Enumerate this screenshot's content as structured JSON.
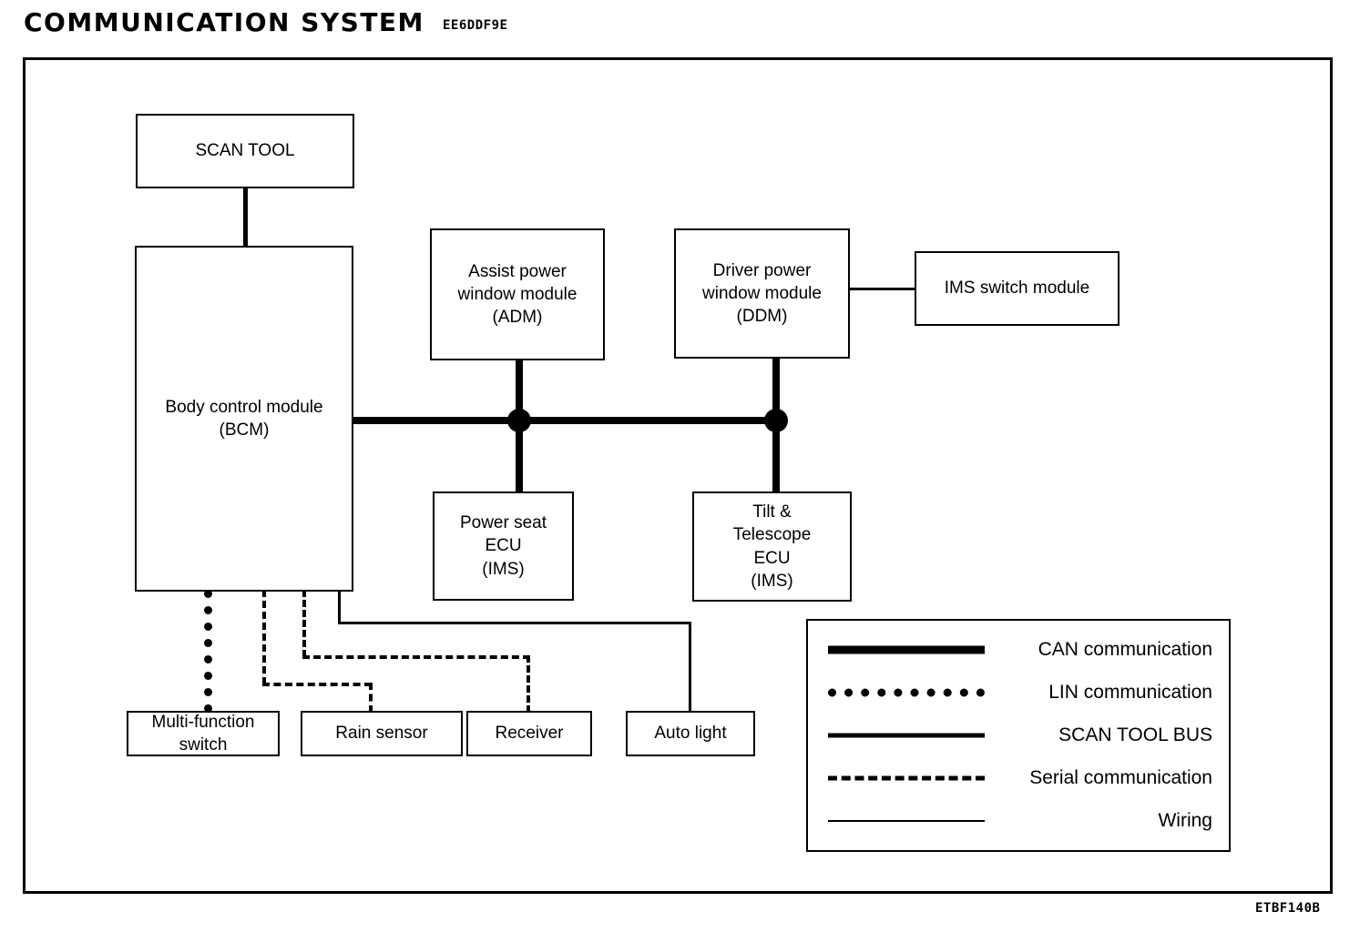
{
  "header": {
    "title": "COMMUNICATION SYSTEM",
    "title_code": "EE6DDF9E"
  },
  "footer": {
    "figure_code": "ETBF140B"
  },
  "diagram": {
    "type": "block-diagram",
    "nodes": [
      {
        "id": "scan-tool",
        "label_lines": [
          "SCAN TOOL"
        ]
      },
      {
        "id": "bcm",
        "label_lines": [
          "Body control module",
          "(BCM)"
        ]
      },
      {
        "id": "adm",
        "label_lines": [
          "Assist power",
          "window module",
          "(ADM)"
        ]
      },
      {
        "id": "ddm",
        "label_lines": [
          "Driver power",
          "window module",
          "(DDM)"
        ]
      },
      {
        "id": "ims-switch",
        "label_lines": [
          "IMS switch module"
        ]
      },
      {
        "id": "power-seat-ecu",
        "label_lines": [
          "Power seat",
          "ECU",
          "(IMS)"
        ]
      },
      {
        "id": "tilt-telescope",
        "label_lines": [
          "Tilt &",
          "Telescope",
          "ECU",
          "(IMS)"
        ]
      },
      {
        "id": "multi-function",
        "label_lines": [
          "Multi-function",
          "switch"
        ]
      },
      {
        "id": "rain-sensor",
        "label_lines": [
          "Rain sensor"
        ]
      },
      {
        "id": "receiver",
        "label_lines": [
          "Receiver"
        ]
      },
      {
        "id": "auto-light",
        "label_lines": [
          "Auto light"
        ]
      }
    ],
    "links": [
      {
        "from": "scan-tool",
        "to": "bcm",
        "kind": "scan-tool-bus"
      },
      {
        "from": "bcm",
        "to": "adm",
        "kind": "can"
      },
      {
        "from": "bcm",
        "to": "ddm",
        "kind": "can"
      },
      {
        "from": "bcm",
        "to": "power-seat-ecu",
        "kind": "can"
      },
      {
        "from": "bcm",
        "to": "tilt-telescope",
        "kind": "can"
      },
      {
        "from": "ddm",
        "to": "ims-switch",
        "kind": "wiring"
      },
      {
        "from": "bcm",
        "to": "multi-function",
        "kind": "lin"
      },
      {
        "from": "bcm",
        "to": "rain-sensor",
        "kind": "serial"
      },
      {
        "from": "bcm",
        "to": "receiver",
        "kind": "serial"
      },
      {
        "from": "bcm",
        "to": "auto-light",
        "kind": "wiring"
      }
    ]
  },
  "legend": {
    "entries": [
      {
        "style": "can",
        "label": "CAN communication"
      },
      {
        "style": "lin",
        "label": "LIN communication"
      },
      {
        "style": "bus",
        "label": "SCAN TOOL BUS"
      },
      {
        "style": "serial",
        "label": "Serial communication"
      },
      {
        "style": "wiring",
        "label": "Wiring"
      }
    ]
  },
  "colors": {
    "ink": "#000000",
    "paper": "#ffffff"
  }
}
